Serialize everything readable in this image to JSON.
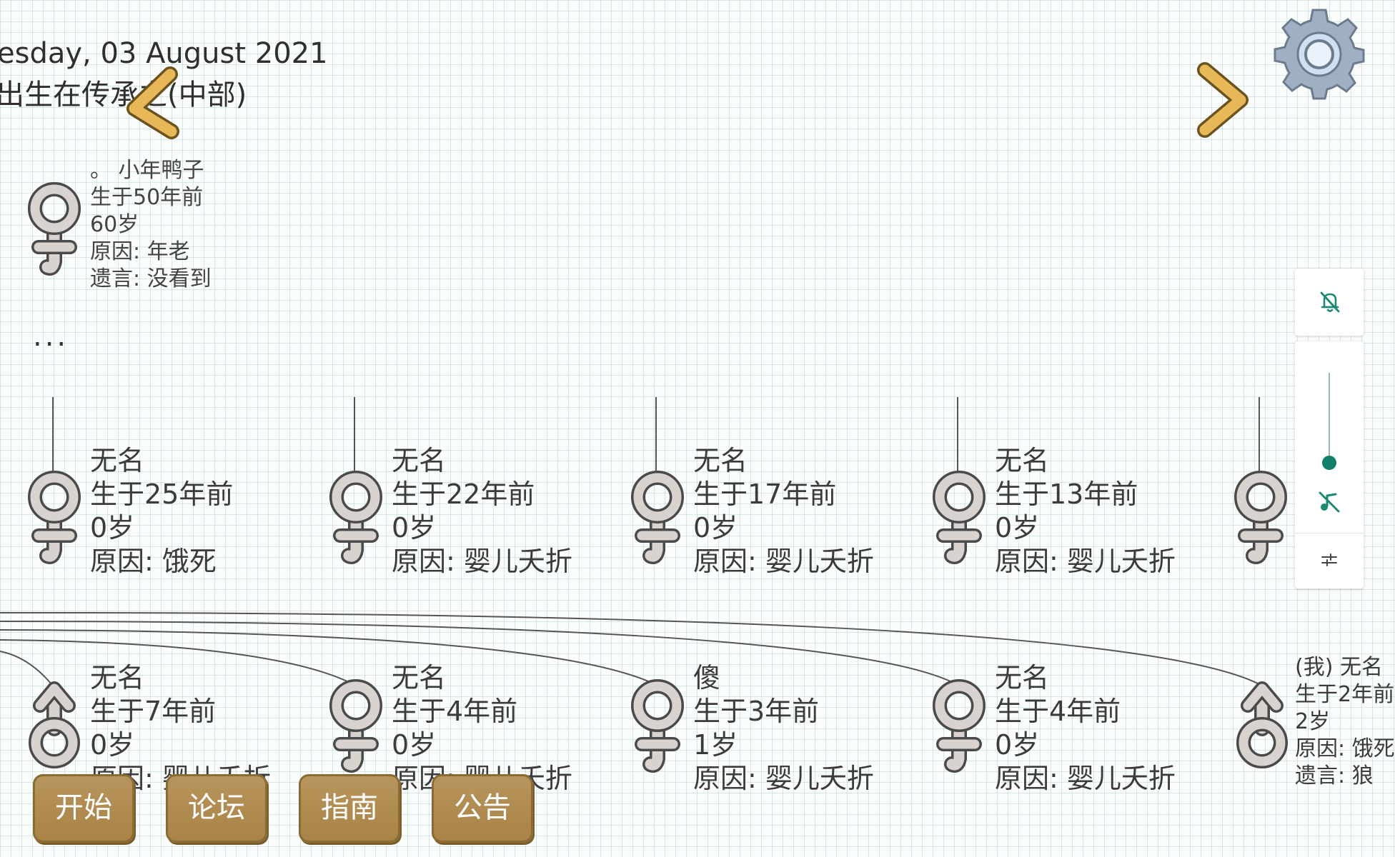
{
  "header": {
    "date": "esday, 03 August 2021",
    "birthplace": "出生在传承之(中部)"
  },
  "ancestor": {
    "marker": "。",
    "name": "小年鸭子",
    "born": "生于50年前",
    "age": "60岁",
    "cause": "原因: 年老",
    "last_words": "遗言: 没看到",
    "gender": "female"
  },
  "ellipsis": "...",
  "row1": [
    {
      "name": "无名",
      "born": "生于25年前",
      "age": "0岁",
      "cause": "原因: 饿死",
      "gender": "female"
    },
    {
      "name": "无名",
      "born": "生于22年前",
      "age": "0岁",
      "cause": "原因: 婴儿夭折",
      "gender": "female"
    },
    {
      "name": "无名",
      "born": "生于17年前",
      "age": "0岁",
      "cause": "原因: 婴儿夭折",
      "gender": "female"
    },
    {
      "name": "无名",
      "born": "生于13年前",
      "age": "0岁",
      "cause": "原因: 婴儿夭折",
      "gender": "female"
    },
    {
      "name": "",
      "born": "",
      "age": "",
      "cause": "",
      "gender": "female"
    }
  ],
  "row2": [
    {
      "name": "无名",
      "born": "生于7年前",
      "age": "0岁",
      "cause": "原因: 婴儿夭折",
      "gender": "male"
    },
    {
      "name": "无名",
      "born": "生于4年前",
      "age": "0岁",
      "cause": "原因: 婴儿夭折",
      "gender": "female"
    },
    {
      "name": "傻",
      "born": "生于3年前",
      "age": "1岁",
      "cause": "原因: 婴儿夭折",
      "gender": "female"
    },
    {
      "name": "无名",
      "born": "生于4年前",
      "age": "0岁",
      "cause": "原因: 婴儿夭折",
      "gender": "female"
    }
  ],
  "me": {
    "name": "(我) 无名",
    "born": "生于2年前",
    "age": "2岁",
    "cause": "原因: 饿死",
    "last_words": "遗言: 狼",
    "gender": "male"
  },
  "buttons": {
    "start": "开始",
    "forum": "论坛",
    "guide": "指南",
    "notice": "公告"
  },
  "icons": {
    "settings": "gear-icon",
    "prev": "chevron-left-icon",
    "next": "chevron-right-icon",
    "mute_notifications": "bell-off-icon",
    "mute_sound": "music-off-icon",
    "adjust": "sliders-icon"
  },
  "volume": {
    "level": 0
  }
}
